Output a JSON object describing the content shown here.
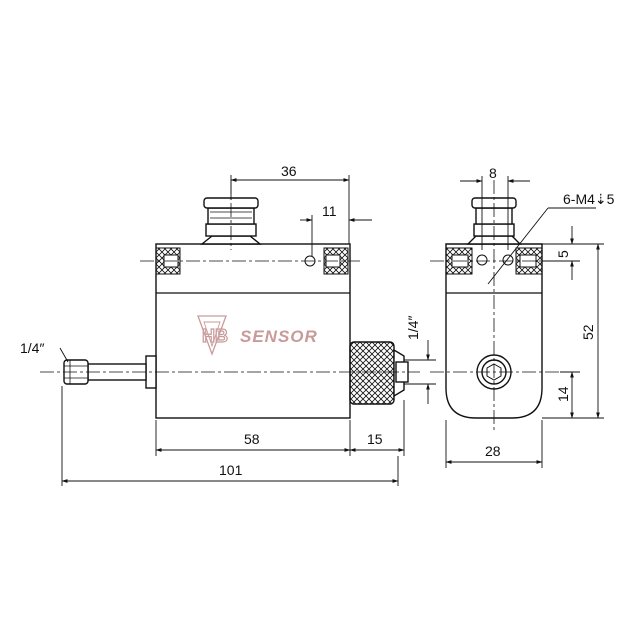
{
  "logo": {
    "mark": "HB",
    "text": "SENSOR"
  },
  "dimensions": {
    "connector_offset": "36",
    "hole_offset_side": "11",
    "hole_spacing_end": "8",
    "thread_spec": "6-M4⇣5",
    "hole_from_top": "5",
    "height": "52",
    "shaft_height": "14",
    "drive_in": "1/4″",
    "drive_out": "1/4″",
    "body_length": "58",
    "drive_length": "15",
    "overall_length": "101",
    "width": "28"
  },
  "colors": {
    "line": "#111111",
    "logo": "#c99a9a"
  }
}
